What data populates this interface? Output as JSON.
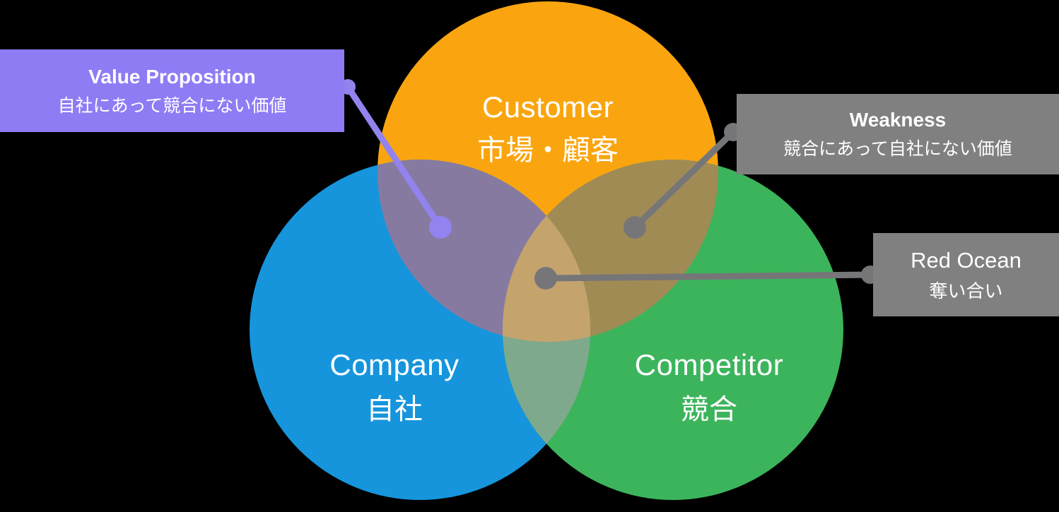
{
  "background_color": "#000000",
  "venn": {
    "circles": [
      {
        "id": "customer",
        "name_en": "Customer",
        "name_ja": "市場・顧客",
        "color": "#FAA50F"
      },
      {
        "id": "company",
        "name_en": "Company",
        "name_ja": "自社",
        "color": "#1695DC"
      },
      {
        "id": "competitor",
        "name_en": "Competitor",
        "name_ja": "競合",
        "color": "#3CB45C"
      }
    ],
    "overlap_colors": {
      "customer_company": "#877AA1",
      "customer_competitor": "#A18B55",
      "company_competitor": "#7FA98C",
      "center": "#C4A46C"
    }
  },
  "callouts": [
    {
      "id": "value_proposition",
      "title": "Value Proposition",
      "subtitle": "自社にあって競合にない価値",
      "box_color": "#8E7CF5",
      "connector_color": "#9184EF",
      "text_color": "#FFFFFF"
    },
    {
      "id": "weakness",
      "title": "Weakness",
      "subtitle": "競合にあって自社にない価値",
      "box_color": "#808080",
      "connector_color": "#767679",
      "text_color": "#FFFFFF"
    },
    {
      "id": "red_ocean",
      "title": "Red Ocean",
      "subtitle": "奪い合い",
      "box_color": "#808080",
      "connector_color": "#767679",
      "text_color": "#FFFFFF"
    }
  ]
}
